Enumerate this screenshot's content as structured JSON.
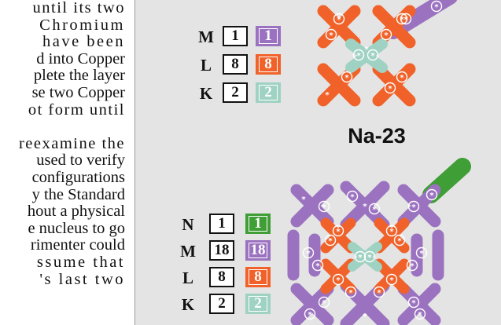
{
  "text_lines": [
    "until its two",
    "Chromium",
    "have been",
    "d into Copper",
    "plete the layer",
    "se two Copper",
    "ot form until",
    "",
    "reexamine the",
    "used to verify",
    "configurations",
    "y the Standard",
    "hout a physical",
    "e nucleus to go",
    "rimenter could",
    "ssume that",
    "'s last two"
  ],
  "na23": {
    "shells": [
      {
        "label": "M",
        "count": "1",
        "color_count": "1",
        "color": "#9b72c0"
      },
      {
        "label": "L",
        "count": "8",
        "color_count": "8",
        "color": "#f0622a"
      },
      {
        "label": "K",
        "count": "2",
        "color_count": "2",
        "color": "#9fd2c2"
      }
    ],
    "isotope_label": "Na-23"
  },
  "second": {
    "shells": [
      {
        "label": "N",
        "count": "1",
        "color_count": "1",
        "color": "#3f9e35"
      },
      {
        "label": "M",
        "count": "18",
        "color_count": "18",
        "color": "#9b72c0"
      },
      {
        "label": "L",
        "count": "8",
        "color_count": "8",
        "color": "#f0622a"
      },
      {
        "label": "K",
        "count": "2",
        "color_count": "2",
        "color": "#9fd2c2"
      }
    ]
  },
  "colors": {
    "purple": "#9b72c0",
    "orange": "#f0622a",
    "teal": "#9fd2c2",
    "green": "#3f9e35",
    "panel_bg": "#e4e4e4"
  }
}
